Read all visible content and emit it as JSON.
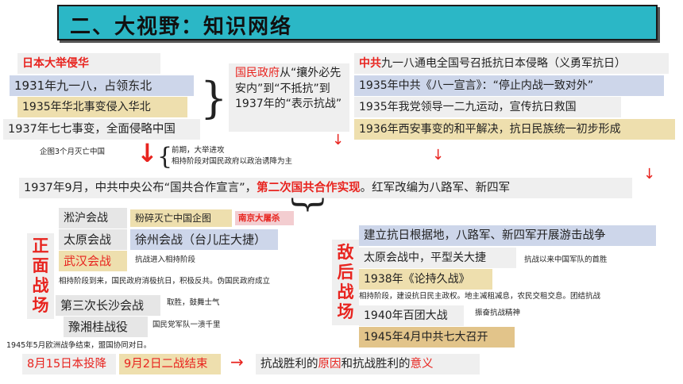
{
  "title": "二、大视野：知识网络",
  "left_block": {
    "heading": "日本大举侵华",
    "items": [
      "1931年九一八，占领东北",
      "1935年华北事变侵入华北",
      "1937年七七事变，全面侵略中国"
    ],
    "note": "企图3个月灭亡中国"
  },
  "gmd": {
    "lead": "国民政府",
    "rest": "从“攘外必先安内”到“不抵抗”到1937年的“表示抗战”"
  },
  "ccp_block": {
    "line1_lead": "中共",
    "line1_rest": "九一八通电全国号召抵抗日本侵略（义勇军抗日）",
    "items": [
      "1935年中共《八一宣言》：“停止内战一致对外”",
      "1935年我党领导一二九运动，宣传抗日救国",
      "1936年西安事变的和平解决，抗日民族统一初步形成"
    ]
  },
  "stage_note": {
    "line1": "前期，大举进攻",
    "line2": "相持阶段对国民政府以政治诱降为主"
  },
  "cooperation": {
    "prefix": "1937年9月，中共中央公布“国共合作宣言”，",
    "highlight": "第二次国共合作实现",
    "suffix": "。红军改编为八路军、新四军"
  },
  "front": {
    "label": "正面战场",
    "battles": [
      "淞沪会战",
      "太原会战",
      "武汉会战",
      "第三次长沙会战",
      "豫湘桂战役"
    ],
    "songhu_note": "粉碎灭亡中国企图",
    "nanjing": "南京大屠杀",
    "xuzhou": "徐州会战（台儿庄大捷）",
    "wuhan_note": "抗战进入相持阶段",
    "stalemate_note": "相持阶段到来，国民政府消极抗日，积极反共。伪国民政府成立",
    "changsha_note": "取胜，鼓舞士气",
    "yuxianggui_note": "国民党军队一溃千里"
  },
  "rear": {
    "label": "敌后战场",
    "items": [
      "建立抗日根据地，八路军、新四军开展游击战争",
      "太原会战中，平型关大捷",
      "1938年《论持久战》",
      "1940年百团大战",
      "1945年4月中共七大召开"
    ],
    "pingxingguan_note": "抗战以来中国军队的首胜",
    "stalemate_note": "相持阶段，建设抗日民主政权。地主减租减息，农民交租交息。团结抗战",
    "baituan_note": "振奋抗战精神"
  },
  "bottom": {
    "note": "1945年5月欧洲战争结束，盟国协同对日。",
    "surrender": "8月15日本投降",
    "end": "9月2日二战结束",
    "conclusion_a": "抗战胜利的",
    "cause": "原因",
    "conclusion_b": "和抗战胜利的",
    "meaning": "意义"
  },
  "colors": {
    "accent_red": "#e8241f",
    "title_bar": "#2bb7c6",
    "tan": "#eedfae",
    "blue": "#cdd6ea",
    "gray": "#e6e6e6",
    "pink": "#f3cdd0"
  }
}
